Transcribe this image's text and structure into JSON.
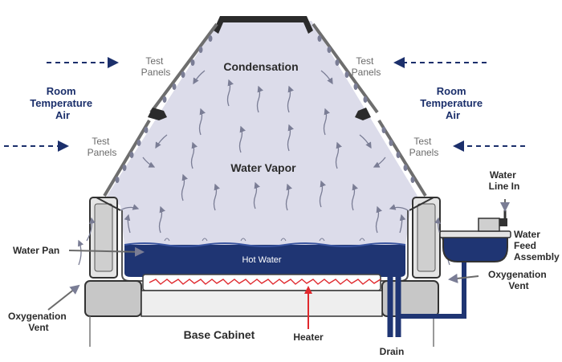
{
  "labels": {
    "condensation": "Condensation",
    "water_vapor": "Water Vapor",
    "hot_water": "Hot Water",
    "test_panels": "Test Panels",
    "room_temperature_air": "Room Temperature Air",
    "water_line_in": "Water Line In",
    "water_pan": "Water Pan",
    "water_feed_assembly": "Water Feed Assembly",
    "oxygenation_vent": "Oxygenation Vent",
    "base_cabinet": "Base Cabinet",
    "heater": "Heater",
    "drain": "Drain"
  },
  "colors": {
    "navy": "#1b2f6b",
    "vapor_fill": "#dcdcea",
    "water_fill": "#1f3573",
    "heater_red": "#e0282d",
    "gray_label": "#6b6b6b",
    "dark": "#2b2b2b"
  }
}
